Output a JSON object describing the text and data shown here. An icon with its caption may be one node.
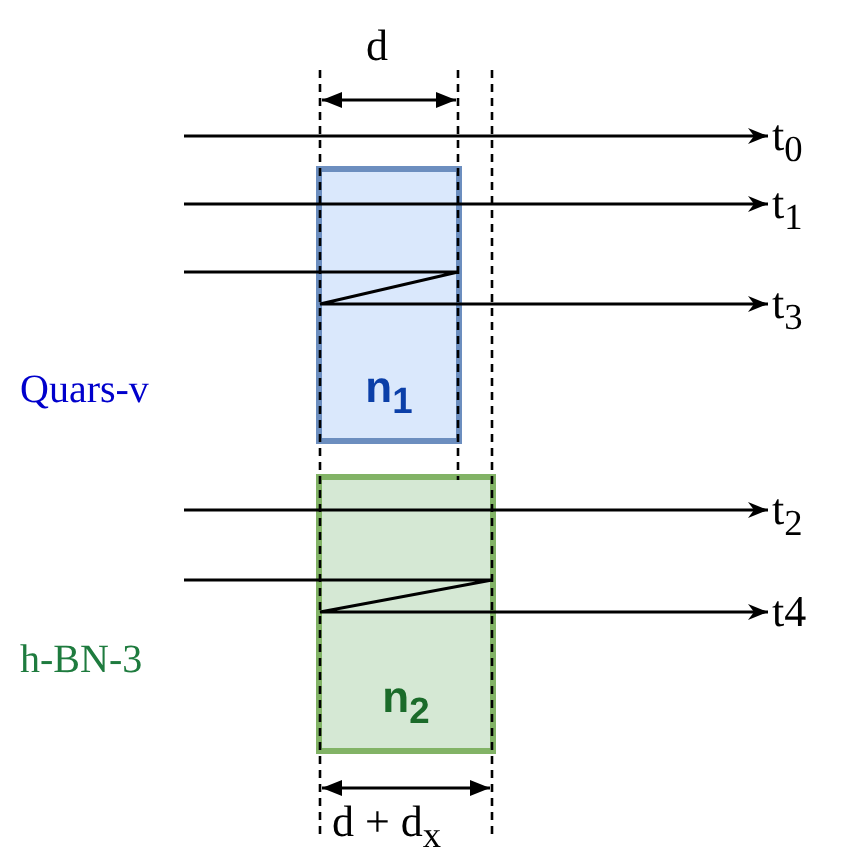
{
  "diagram": {
    "nodes": [
      {
        "text": [
          "t$_{0}$"
        ]
      },
      {
        "text": [
          "t$_{1}$"
        ]
      },
      {
        "text": [
          "n$_{1}$"
        ]
      },
      {
        "text": [
          "t$_{3}$"
        ]
      },
      {
        "text": [
          "n$_{2}$"
        ]
      },
      {
        "text": [
          "t$_{2}$"
        ]
      },
      {
        "text": [
          "t4"
        ]
      }
    ],
    "edges": [
      {
        "from": null,
        "to": 0,
        "arrow": "to"
      },
      {
        "from": null,
        "to": 1,
        "arrow": "to"
      },
      {
        "from": null,
        "to": 3,
        "arrow": "to"
      },
      {
        "from": null,
        "to": 5,
        "arrow": "to"
      },
      {
        "from": null,
        "to": 6,
        "arrow": "to"
      }
    ],
    "labels": [
      "d",
      "Quars-v",
      "h-BN-3",
      "d + d$_{x}$"
    ]
  }
}
